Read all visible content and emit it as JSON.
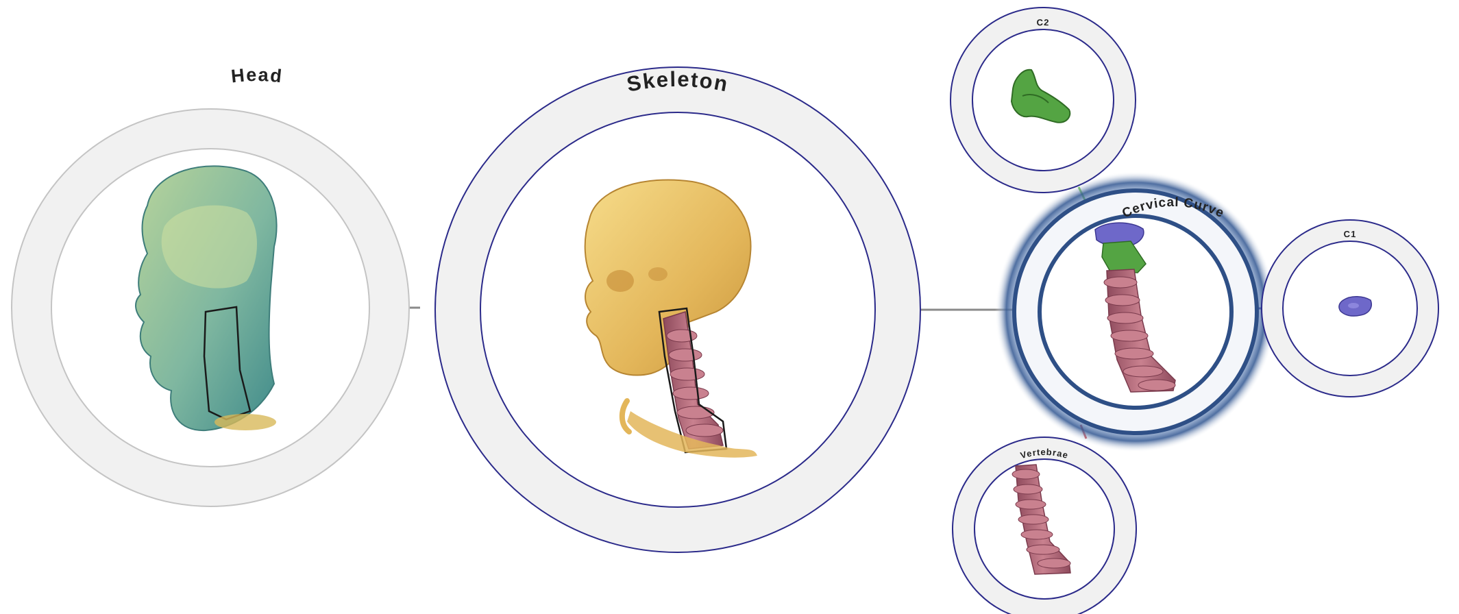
{
  "nodes": {
    "head": {
      "label": "Head"
    },
    "skeleton": {
      "label": "Skeleton"
    },
    "cervical_curve": {
      "label": "Cervical Curve"
    },
    "c2": {
      "label": "C2"
    },
    "c1": {
      "label": "C1"
    },
    "vertebrae": {
      "label": "Vertebrae"
    }
  },
  "colors": {
    "ring_stroke": "#2b2a8a",
    "ring_fill": "#f1f1f1",
    "head_ring_stroke": "#c4c4c4",
    "connector_gray": "#8a8a8a",
    "connector_green": "#5dbb3f",
    "connector_red": "#c8343a",
    "connector_blue": "#2b2a8a",
    "skull": "#e7c064",
    "head_tissue": "#8fb99e",
    "vertebra": "#b9677c",
    "c1_purple": "#6e68c9",
    "c2_green": "#54a443",
    "cervical_glow": "#4a6fa3"
  },
  "icons": {
    "head": "head-volume-render-icon",
    "skeleton": "skull-spine-render-icon",
    "cervical_curve": "cervical-spine-render-icon",
    "c2": "c2-vertebra-icon",
    "c1": "c1-vertebra-icon",
    "vertebrae": "vertebrae-stack-icon"
  }
}
